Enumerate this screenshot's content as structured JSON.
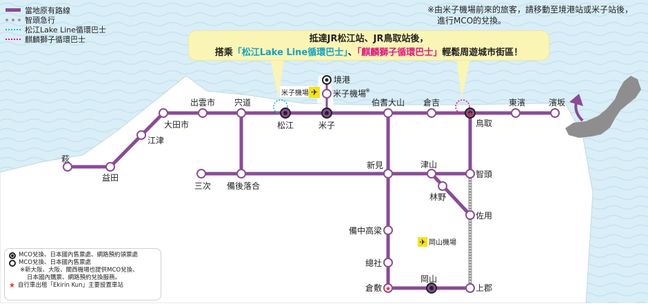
{
  "legend": {
    "items": [
      {
        "label": "當地原有路線",
        "style": "solid",
        "color": "#8a4b96"
      },
      {
        "label": "智頭急行",
        "style": "hatched",
        "color": "#999999"
      },
      {
        "label": "松江Lake Line循環巴士",
        "style": "dotted",
        "color": "#19b6d2"
      },
      {
        "label": "麒麟獅子循環巴士",
        "style": "dotted",
        "color": "#e0197e"
      }
    ]
  },
  "note": {
    "line1": "※由米子機場前來的旅客，請移動至境港站或米子站後，",
    "line2": "進行MCO的兌換。"
  },
  "callout": {
    "line1": "抵達JR松江站、JR鳥取站後，",
    "line2_prefix": "搭乘",
    "line2_blue": "「松江Lake Line循環巴士」",
    "line2_sep": "、",
    "line2_pink": "「麒麟獅子循環巴士」",
    "line2_suffix": "輕鬆周遊城市街區！"
  },
  "stations": {
    "hagi": "萩",
    "masuda": "益田",
    "gotsu": "江津",
    "odashi": "大田市",
    "izumoshi": "出雲市",
    "shinji": "宍道",
    "matsue": "松江",
    "yonago": "米子",
    "sakaiminato": "境港",
    "yonago_airport": "米子機場",
    "hokidaisen": "伯耆大山",
    "kurayoshi": "倉吉",
    "tottori": "鳥取",
    "hamasaka": "濱坂",
    "higashihama": "東濱",
    "miyoshi": "三次",
    "bingoochiai": "備後落合",
    "niimi": "新見",
    "tsuyama": "津山",
    "chizu": "智頭",
    "bitchutakahashi": "備中高梁",
    "kiyone": "總社",
    "kurashiki": "倉敷",
    "okayama": "岡山",
    "kamigori": "上郡",
    "hayashino": "林野",
    "sayo": "佐用",
    "okayama_airport": "岡山機場",
    "yonago_airport_marker": "米子機場"
  },
  "bottom_legend": {
    "row1": "MCO兌換、日本國內售票處、網路預約領票處",
    "row2": "MCO兌換、日本國內售票處",
    "row3a": "※新大阪、大阪、關西機場也提供MCO兌換、",
    "row3b": "日本國內購票、網路預約兌換服務。",
    "row4": "自行車出租「Ekirin Kun」主要設置車站"
  },
  "colors": {
    "line": "#8a4b96",
    "sea": "#d9eef7",
    "callout": "#fbf5b5",
    "bus_blue": "#19b6d2",
    "bus_pink": "#e0197e"
  }
}
